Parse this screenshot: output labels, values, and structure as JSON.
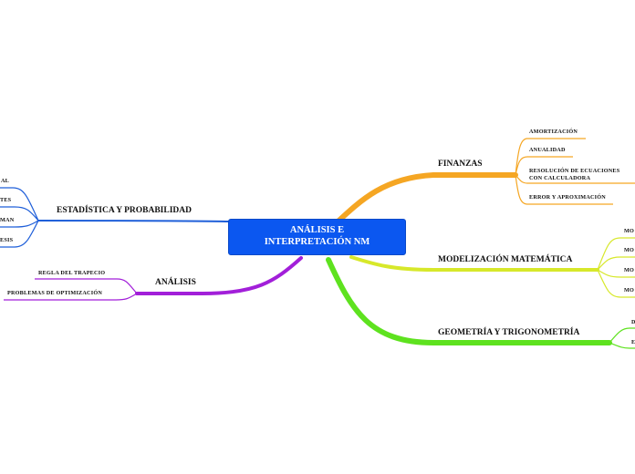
{
  "center": {
    "line1": "ANÁLISIS E",
    "line2": "INTERPRETACIÓN NM",
    "color": "#0b57f0"
  },
  "branches": {
    "finanzas": {
      "label": "FINANZAS",
      "color": "#f5a623",
      "items": [
        "AMORTIZACIÓN",
        "ANUALIDAD",
        "RESOLUCIÓN DE ECUACIONES\nCON CALCULADORA",
        "ERROR Y APROXIMACIÓN"
      ]
    },
    "modelizacion": {
      "label": "MODELIZACIÓN MATEMÁTICA",
      "color": "#d7e82a",
      "items": [
        "MO",
        "MO",
        "MO",
        "MO"
      ]
    },
    "geometria": {
      "label": "GEOMETRÍA Y TRIGONOMETRÍA",
      "color": "#5ee21f",
      "items": [
        "D",
        "E"
      ]
    },
    "estadistica": {
      "label": "ESTADÍSTICA Y PROBABILIDAD",
      "color": "#1f5fd9",
      "items": [
        "AL",
        "TES",
        "MAN",
        "ESIS"
      ]
    },
    "analisis": {
      "label": "ANÁLISIS",
      "color": "#a21fd9",
      "items": [
        "REGLA DEL TRAPECIO",
        "PROBLEMAS DE OPTIMIZACIÓN"
      ]
    }
  }
}
